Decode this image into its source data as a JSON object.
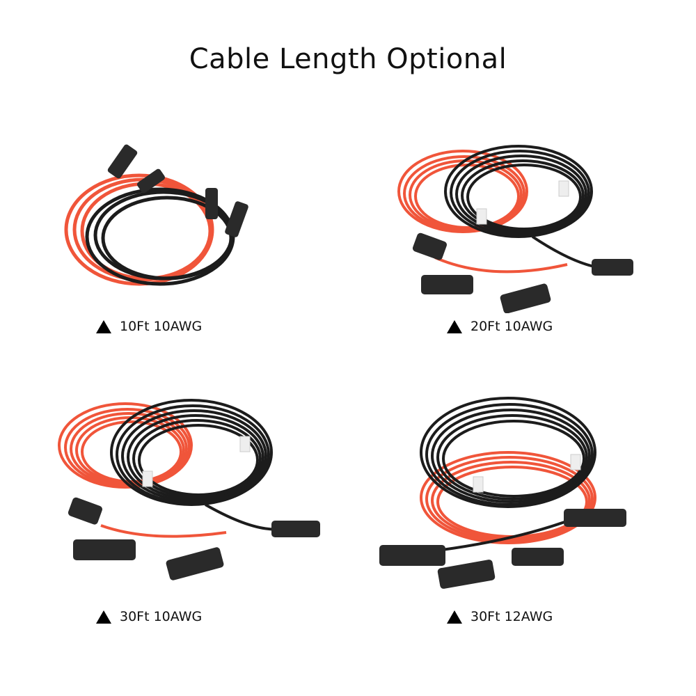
{
  "title": "Cable Length Optional",
  "colors": {
    "red_cable": "#f0553a",
    "black_cable": "#1c1c1c",
    "connector": "#2a2a2a",
    "background": "#ffffff"
  },
  "variants": [
    {
      "label": "10Ft 10AWG",
      "marker_icon": "triangle-up-icon"
    },
    {
      "label": "20Ft 10AWG",
      "marker_icon": "triangle-up-icon"
    },
    {
      "label": "30Ft 10AWG",
      "marker_icon": "triangle-up-icon"
    },
    {
      "label": "30Ft 12AWG",
      "marker_icon": "triangle-up-icon"
    }
  ]
}
